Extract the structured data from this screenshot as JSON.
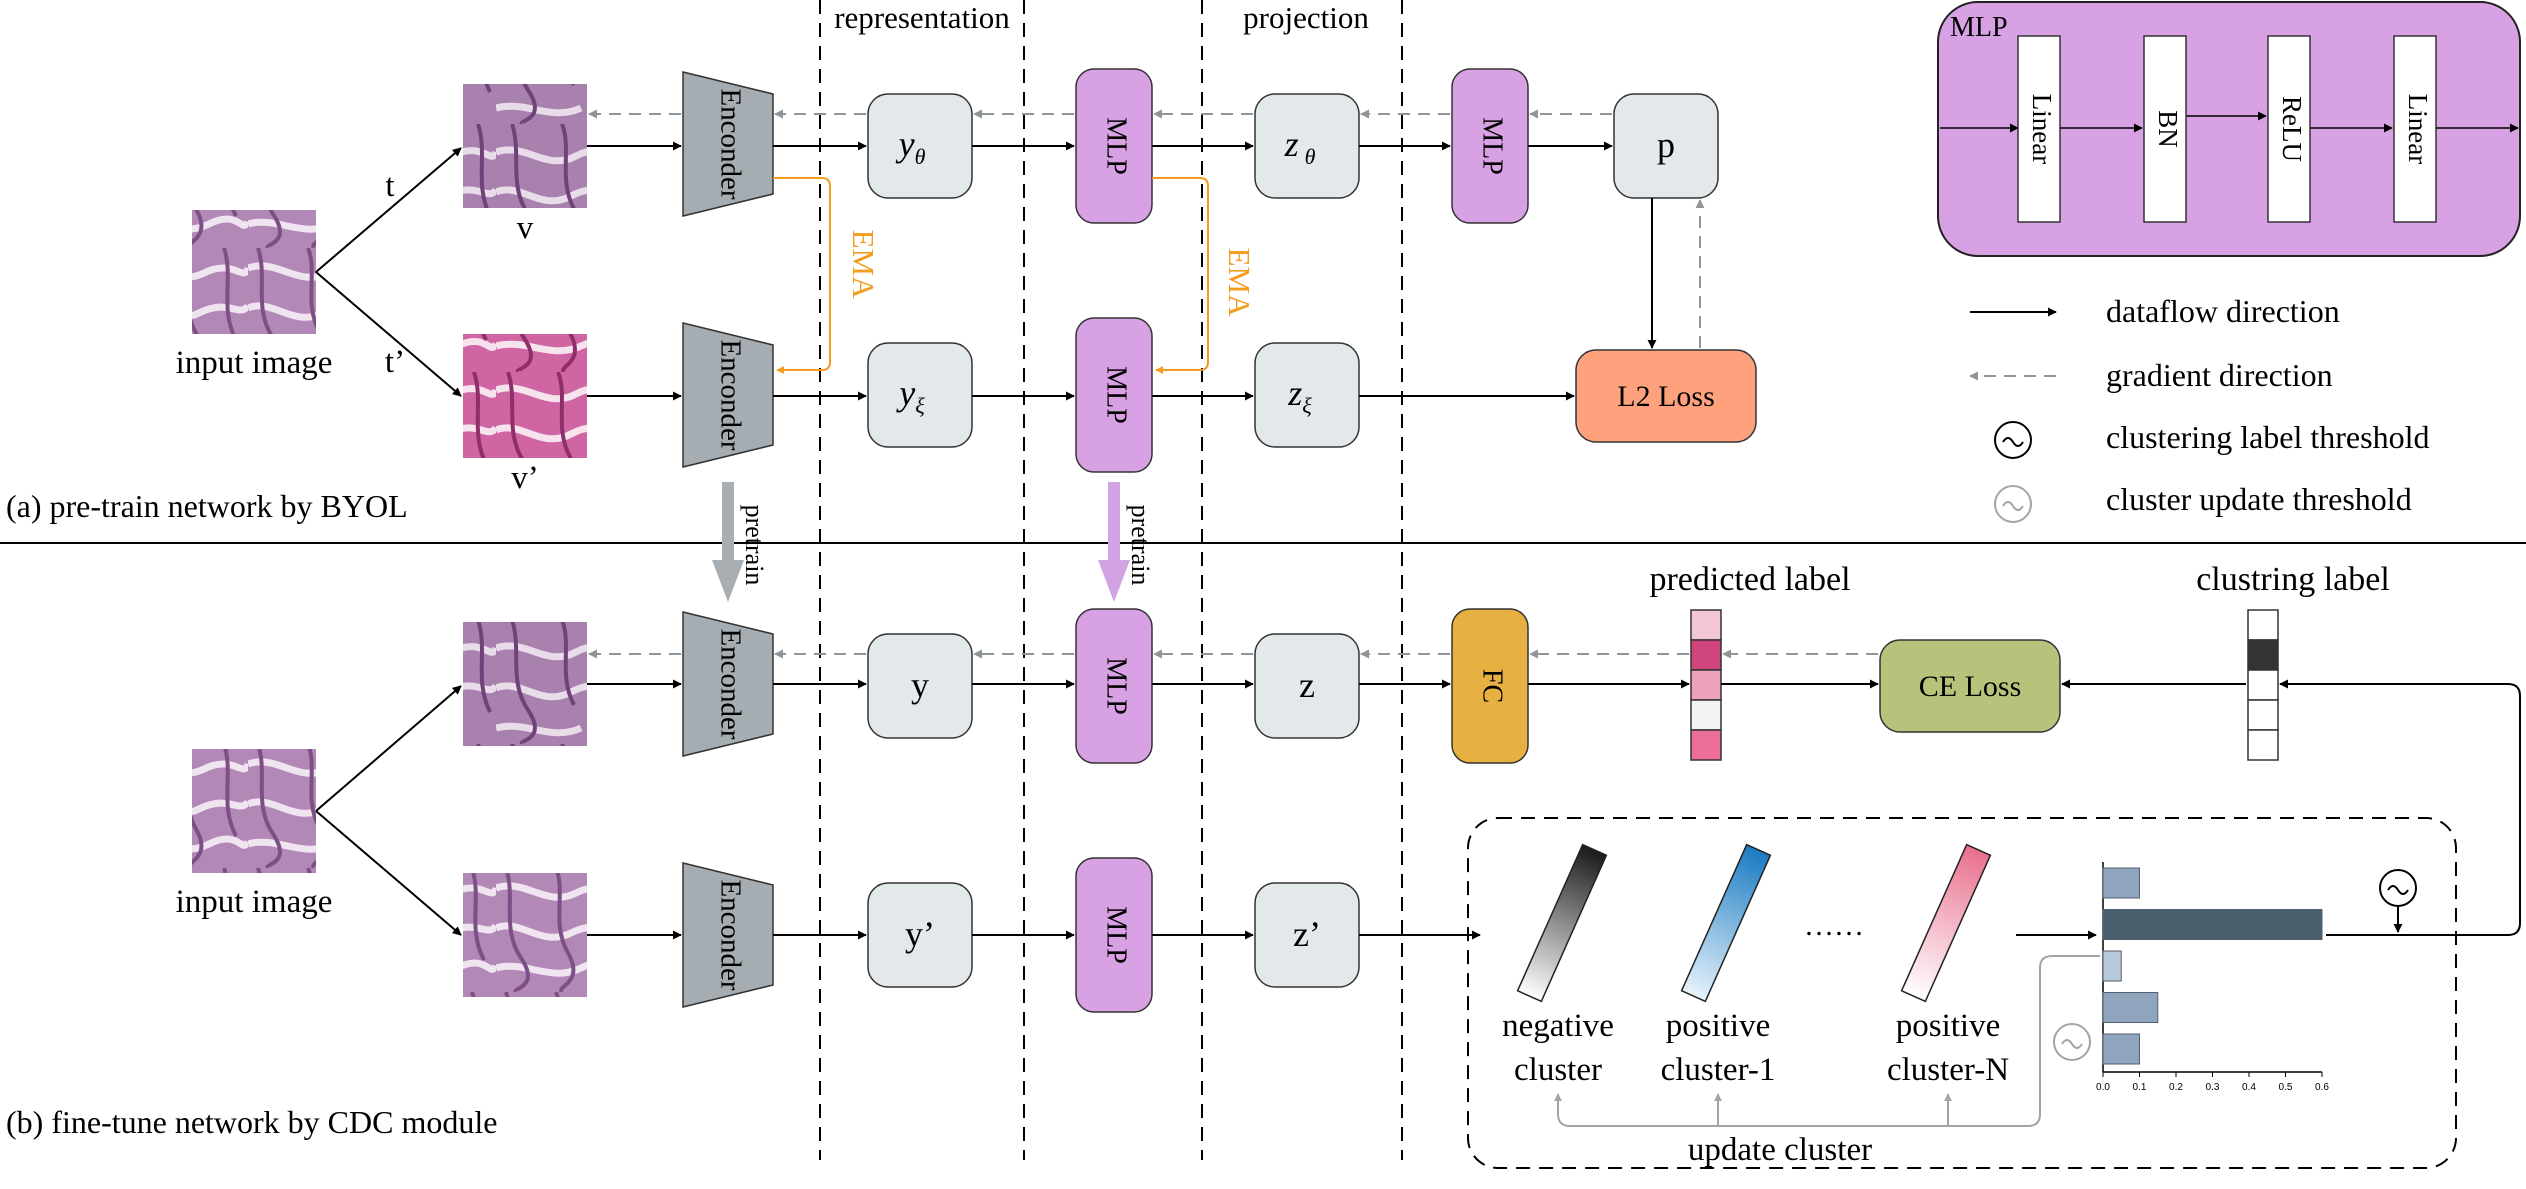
{
  "labels": {
    "representation": "representation",
    "projection": "projection",
    "t": "t",
    "t_prime": "t’",
    "v": "v",
    "v_prime": "v’",
    "input_image_top": "input image",
    "input_image_bottom": "input image",
    "ema_left": "EMA",
    "ema_right": "EMA",
    "pretrain_left": "pretrain",
    "pretrain_right": "pretrain",
    "section_a": "(a) pre-train network by BYOL",
    "section_b": "(b) fine-tune network by CDC module",
    "predicted_label": "predicted label",
    "clustering_label": "clustring label",
    "update_cluster": "update cluster",
    "negative_cluster_l1": "negative",
    "negative_cluster_l2": "cluster",
    "positive_cluster1_l1": "positive",
    "positive_cluster1_l2": "cluster-1",
    "positive_clusterN_l1": "positive",
    "positive_clusterN_l2": "cluster-N",
    "dots": "……"
  },
  "nodes": {
    "encoder": "Enconder",
    "mlp": "MLP",
    "y_theta": "y",
    "y_theta_sub": "θ",
    "y_xi": "y",
    "y_xi_sub": "ξ",
    "z_theta": "z",
    "z_theta_sub": "θ",
    "z_xi": "z",
    "z_xi_sub": "ξ",
    "p": "p",
    "l2_loss": "L2 Loss",
    "y": "y",
    "z": "z",
    "y_prime": "y’",
    "z_prime": "z’",
    "fc": "FC",
    "ce_loss": "CE Loss"
  },
  "mlp_box": {
    "title": "MLP",
    "layers": [
      "Linear",
      "BN",
      "ReLU",
      "Linear"
    ]
  },
  "legend": [
    {
      "icon": "solid-arrow-icon",
      "label": "dataflow direction"
    },
    {
      "icon": "dashed-arrow-icon",
      "label": "gradient direction"
    },
    {
      "icon": "tilde-circle-dark-icon",
      "label": "clustering label threshold"
    },
    {
      "icon": "tilde-circle-light-icon",
      "label": "cluster update threshold"
    }
  ],
  "histogram": {
    "ticks": [
      "0.0",
      "0.1",
      "0.2",
      "0.3",
      "0.4",
      "0.5",
      "0.6"
    ],
    "values": [
      0.1,
      0.6,
      0.05,
      0.15,
      0.1
    ],
    "xmax": 0.6
  },
  "colors": {
    "encoder": "#a6adb2",
    "mlp": "#d8a1e3",
    "node": "#e3e8eb",
    "l2": "#fea27e",
    "fc": "#e7b142",
    "ce": "#b9c27b",
    "ema": "#f39c1e",
    "pretrain_gray": "#a7adb1",
    "pretrain_purple": "#d1a3e3"
  }
}
